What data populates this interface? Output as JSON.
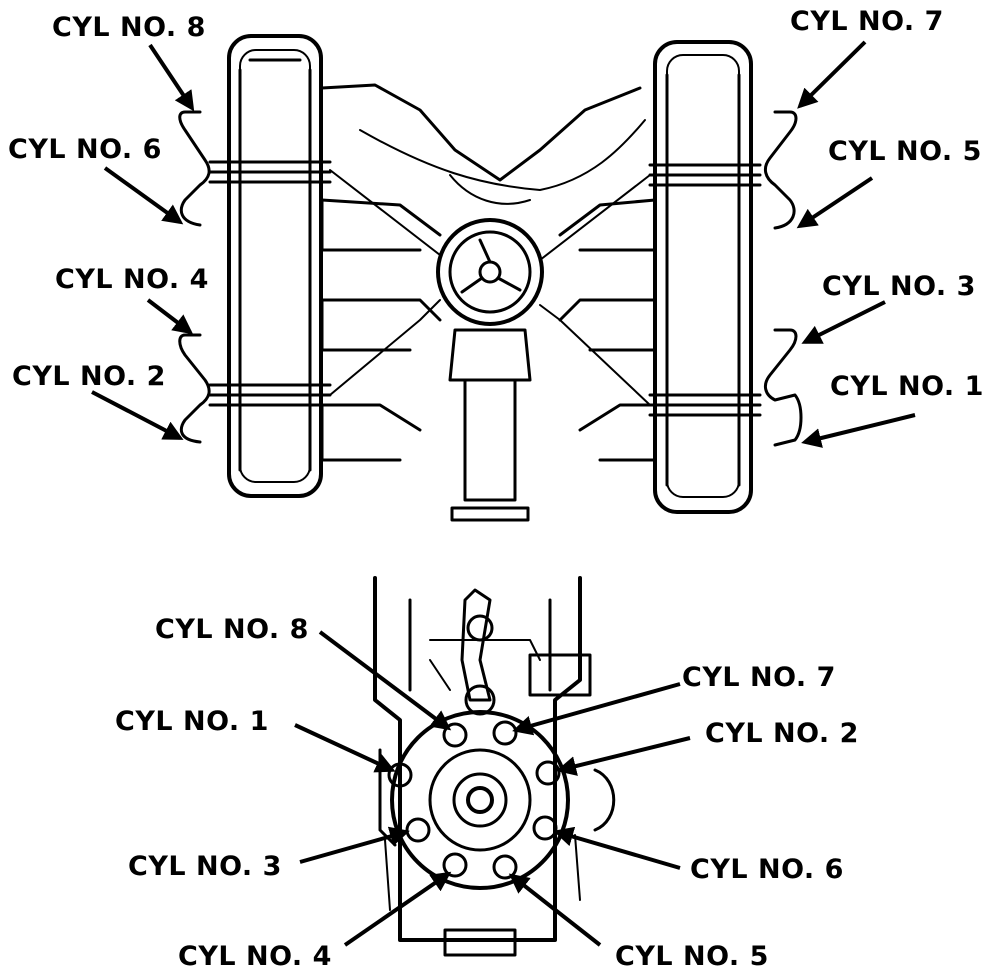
{
  "top_view": {
    "labels": {
      "cyl8": "CYL NO. 8",
      "cyl6": "CYL NO. 6",
      "cyl4": "CYL NO. 4",
      "cyl2": "CYL NO. 2",
      "cyl7": "CYL NO. 7",
      "cyl5": "CYL NO. 5",
      "cyl3": "CYL NO. 3",
      "cyl1": "CYL NO. 1"
    }
  },
  "pump_view": {
    "labels": {
      "cyl8": "CYL NO. 8",
      "cyl7": "CYL NO. 7",
      "cyl1": "CYL NO. 1",
      "cyl2": "CYL NO. 2",
      "cyl3": "CYL NO. 3",
      "cyl6": "CYL NO. 6",
      "cyl4": "CYL NO. 4",
      "cyl5": "CYL NO. 5"
    }
  }
}
